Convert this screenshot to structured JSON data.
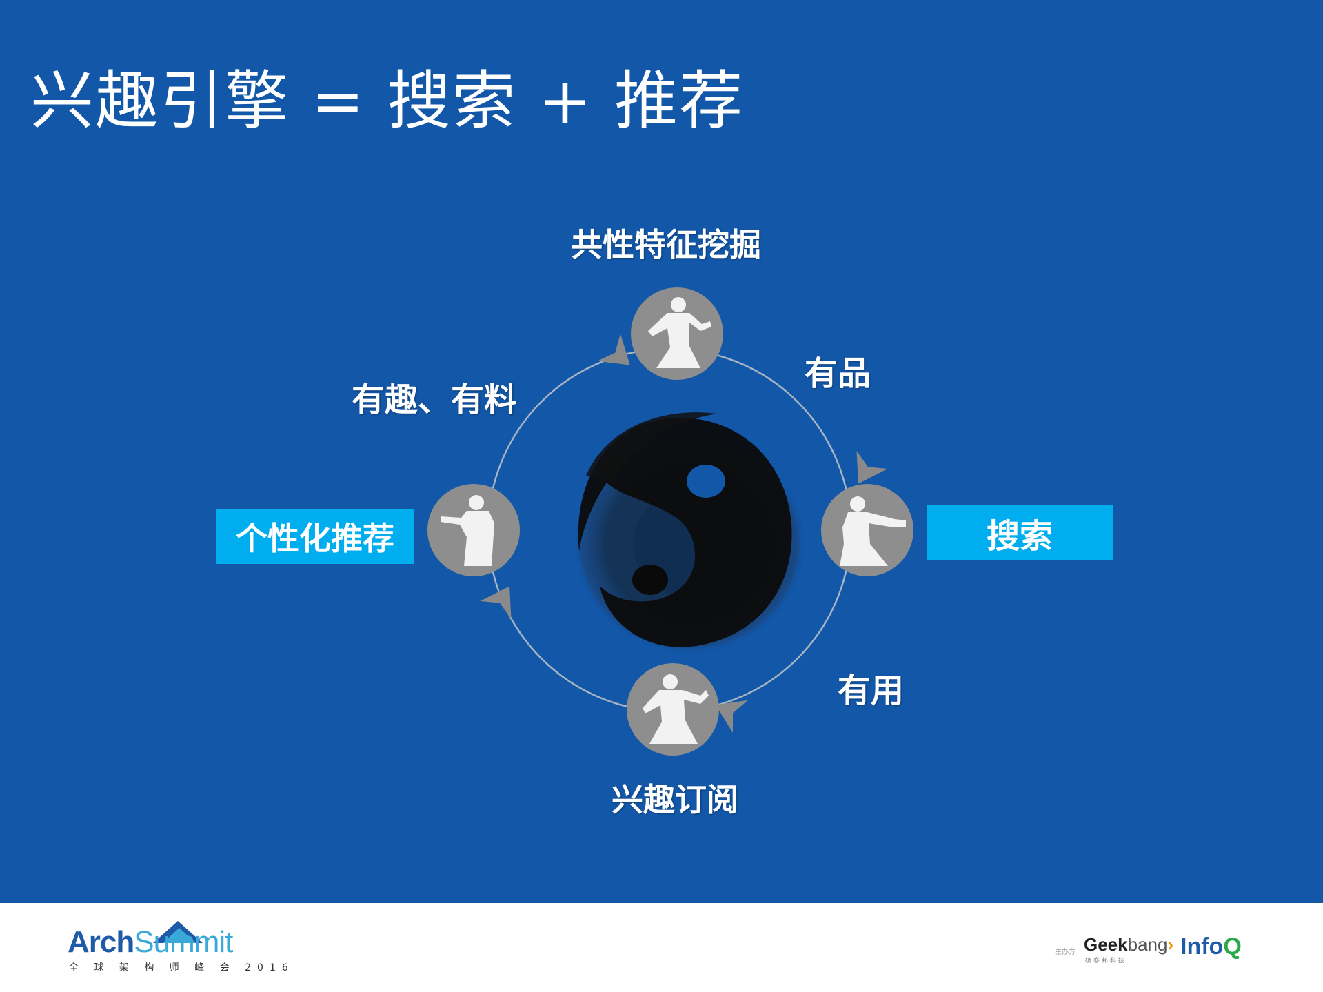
{
  "slide": {
    "title": "兴趣引擎 = 搜索 + 推荐",
    "background_color": "#1257a8",
    "accent_color": "#00aeef"
  },
  "diagram": {
    "center_icon": "yin-yang-icon",
    "node_icon": "taichi-figure-icon",
    "nodes": {
      "top": "共性特征挖掘",
      "right": "搜索",
      "bottom": "兴趣订阅",
      "left": "个性化推荐"
    },
    "edges": {
      "top_right": "有品",
      "bottom_right": "有用",
      "top_left": "有趣、有料"
    }
  },
  "footer": {
    "brand_main": "Arch",
    "brand_second": "Summit",
    "brand_subtitle": "全 球 架 构 师 峰 会 2016",
    "sponsor_label": "主办方",
    "geekbang_main": "Geek",
    "geekbang_second": "bang",
    "geekbang_sub": "极客邦科技",
    "infoq_main": "Info",
    "infoq_q": "Q"
  }
}
